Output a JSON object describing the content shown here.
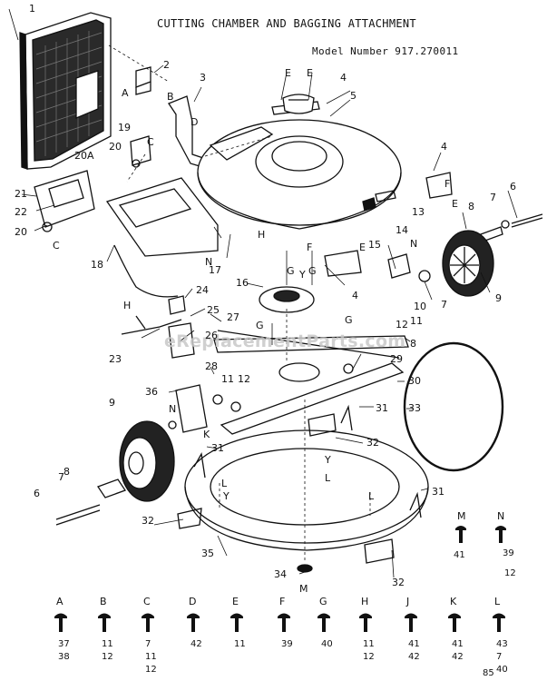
{
  "title": "CUTTING CHAMBER AND BAGGING ATTACHMENT",
  "model": "Model Number 917.270011",
  "watermark": "eReplacementParts.com",
  "callouts": {
    "n1": "1",
    "n2": "2",
    "n3": "3",
    "n4a": "4",
    "n4b": "4",
    "n4c": "4",
    "n5": "5",
    "n6a": "6",
    "n6b": "6",
    "n7a": "7",
    "n7b": "7",
    "n8a": "8",
    "n8b": "8",
    "n8c": "8",
    "n9a": "9",
    "n9b": "9",
    "n10": "10",
    "n11a": "11",
    "n11b": "11",
    "n12a": "12",
    "n12b": "12",
    "n13": "13",
    "n14": "14",
    "n15": "15",
    "n16": "16",
    "n17": "17",
    "n18": "18",
    "n19": "19",
    "n20a": "20",
    "n20b": "20",
    "n20A": "20A",
    "n21": "21",
    "n22": "22",
    "n23": "23",
    "n24": "24",
    "n25": "25",
    "n26": "26",
    "n27": "27",
    "n28": "28",
    "n29": "29",
    "n30": "30",
    "n31a": "31",
    "n31b": "31",
    "n31c": "31",
    "n32a": "32",
    "n32b": "32",
    "n32c": "32",
    "n33": "33",
    "n34": "34",
    "n35": "35",
    "n36": "36",
    "lA": "A",
    "lB": "B",
    "lC1": "C",
    "lC2": "C",
    "lD": "D",
    "lE1": "E",
    "lE2": "E",
    "lE3": "E",
    "lE4": "E",
    "lF1": "F",
    "lF2": "F",
    "lG1": "G",
    "lG2": "G",
    "lG3": "G",
    "lG4": "G",
    "lH1": "H",
    "lH2": "H",
    "lK": "K",
    "lL1": "L",
    "lL2": "L",
    "lL3": "L",
    "lM": "M",
    "lN1": "N",
    "lN2": "N",
    "lN3": "N",
    "lY1": "Y",
    "lY2": "Y",
    "lY3": "Y",
    "lJ": "J"
  },
  "hardware": [
    {
      "letter": "A",
      "items": [
        "37",
        "38"
      ]
    },
    {
      "letter": "B",
      "items": [
        "11",
        "12"
      ]
    },
    {
      "letter": "C",
      "items": [
        "7",
        "11",
        "12"
      ]
    },
    {
      "letter": "D",
      "items": [
        "42"
      ]
    },
    {
      "letter": "E",
      "items": [
        "11"
      ]
    },
    {
      "letter": "F",
      "items": [
        "39"
      ]
    },
    {
      "letter": "G",
      "items": [
        "40"
      ]
    },
    {
      "letter": "H",
      "items": [
        "11",
        "12"
      ]
    },
    {
      "letter": "J",
      "items": [
        "41",
        "42"
      ]
    },
    {
      "letter": "K",
      "items": [
        "41",
        "42"
      ]
    },
    {
      "letter": "L",
      "items": [
        "43",
        "7",
        "40"
      ]
    },
    {
      "letter": "M",
      "items": [
        "41"
      ]
    },
    {
      "letter": "N",
      "items": [
        "39",
        "12"
      ]
    }
  ],
  "hardware_extra": "85"
}
